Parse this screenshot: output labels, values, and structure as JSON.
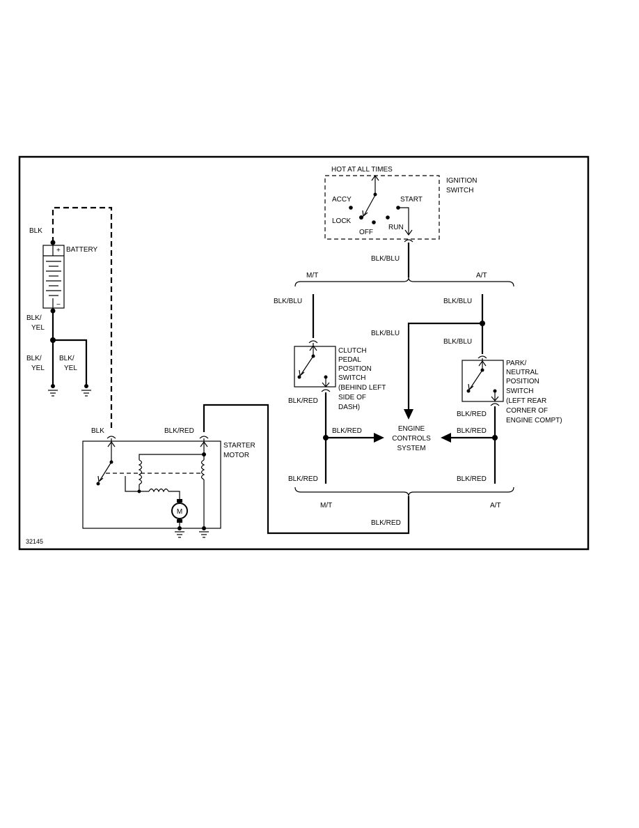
{
  "diagram_id": "32145",
  "ignition_switch": {
    "title_line1": "IGNITION",
    "title_line2": "SWITCH",
    "hot_label": "HOT AT ALL TIMES",
    "pos_accy": "ACCY",
    "pos_lock": "LOCK",
    "pos_off": "OFF",
    "pos_run": "RUN",
    "pos_start": "START"
  },
  "battery": {
    "label": "BATTERY",
    "plus": "+",
    "minus": "−"
  },
  "starter": {
    "label_line1": "STARTER",
    "label_line2": "MOTOR",
    "motor_symbol": "M"
  },
  "clutch_switch": {
    "line1": "CLUTCH",
    "line2": "PEDAL",
    "line3": "POSITION",
    "line4": "SWITCH",
    "line5": "(BEHIND LEFT",
    "line6": "SIDE OF",
    "line7": "DASH)"
  },
  "pn_switch": {
    "line1": "PARK/",
    "line2": "NEUTRAL",
    "line3": "POSITION",
    "line4": "SWITCH",
    "line5": "(LEFT REAR",
    "line6": "CORNER OF",
    "line7": "ENGINE COMPT)"
  },
  "ecs": {
    "line1": "ENGINE",
    "line2": "CONTROLS",
    "line3": "SYSTEM"
  },
  "branches": {
    "mt": "M/T",
    "at": "A/T"
  },
  "wires": {
    "blk": "BLK",
    "blk_yel_l1": "BLK/",
    "blk_yel_l2": "YEL",
    "blk_blu": "BLK/BLU",
    "blk_red": "BLK/RED"
  }
}
